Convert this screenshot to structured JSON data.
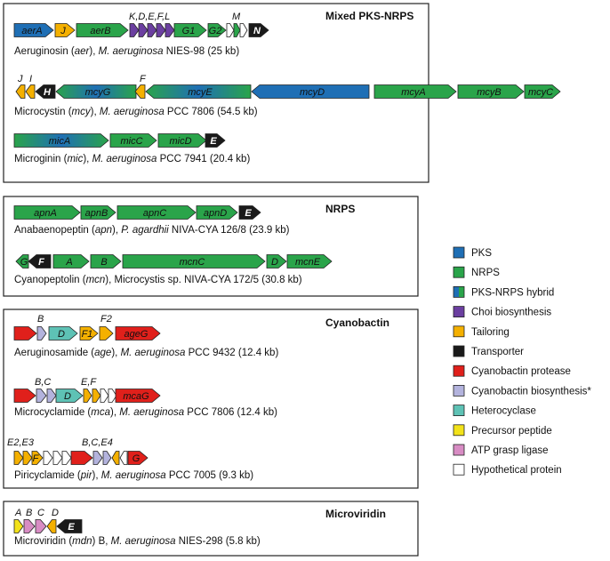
{
  "colors": {
    "pks": "#1f6fb5",
    "nrps": "#2aa44a",
    "choi": "#6b3fa0",
    "tailoring": "#f4b000",
    "transporter": "#1a1a1a",
    "protease": "#e0201b",
    "cb_biosynth": "#b3b3dd",
    "heterocyclase": "#5ec2b5",
    "precursor": "#f2e21a",
    "atp": "#d88cc4",
    "hypothetical": "#ffffff"
  },
  "sections": [
    {
      "title": "Mixed PKS-NRPS"
    },
    {
      "title": "NRPS"
    },
    {
      "title": "Cyanobactin"
    },
    {
      "title": "Microviridin"
    }
  ],
  "clusters": [
    {
      "id": "aer",
      "caption": {
        "pre": "Aeruginosin (",
        "it1": "aer",
        "mid": "), ",
        "it2": "M. aeruginosa",
        "post": " NIES-98 (25 kb)"
      }
    },
    {
      "id": "mcy",
      "caption": {
        "pre": "Microcystin (",
        "it1": "mcy",
        "mid": "), ",
        "it2": "M. aeruginosa",
        "post": " PCC 7806 (54.5 kb)"
      }
    },
    {
      "id": "mic",
      "caption": {
        "pre": "Microginin (",
        "it1": "mic",
        "mid": "), ",
        "it2": "M. aeruginosa",
        "post": " PCC 7941 (20.4 kb)"
      }
    },
    {
      "id": "apn",
      "caption": {
        "pre": "Anabaenopeptin (",
        "it1": "apn",
        "mid": "), ",
        "it2": "P. agardhii",
        "post": " NIVA-CYA 126/8 (23.9 kb)"
      }
    },
    {
      "id": "mcn",
      "caption": {
        "pre": "Cyanopeptolin (",
        "it1": "mcn",
        "mid": "), Microcystis sp. NIVA-CYA 172/5 (30.8 kb)",
        "it2": "",
        "post": ""
      }
    },
    {
      "id": "age",
      "caption": {
        "pre": "Aeruginosamide (",
        "it1": "age",
        "mid": "), ",
        "it2": "M. aeruginosa",
        "post": " PCC 9432 (12.4 kb)"
      }
    },
    {
      "id": "mca",
      "caption": {
        "pre": "Microcyclamide (",
        "it1": "mca",
        "mid": "), ",
        "it2": "M. aeruginosa",
        "post": " PCC 7806 (12.4 kb)"
      }
    },
    {
      "id": "pir",
      "caption": {
        "pre": "Piricyclamide (",
        "it1": "pir",
        "mid": "), ",
        "it2": "M. aeruginosa",
        "post": " PCC 7005 (9.3 kb)"
      }
    },
    {
      "id": "mdn",
      "caption": {
        "pre": "Microviridin (",
        "it1": "mdn",
        "mid": ") B, ",
        "it2": "M. aeruginosa",
        "post": " NIES-298 (5.8 kb)"
      }
    }
  ],
  "genes": {
    "aer": [
      {
        "label": "aerA",
        "cat": "pks"
      },
      {
        "label": "J",
        "cat": "tailoring"
      },
      {
        "label": "aerB",
        "cat": "nrps"
      },
      {
        "label": "",
        "cat": "choi"
      },
      {
        "label": "",
        "cat": "choi"
      },
      {
        "label": "",
        "cat": "choi"
      },
      {
        "label": "",
        "cat": "choi"
      },
      {
        "label": "",
        "cat": "choi"
      },
      {
        "label": "G1",
        "cat": "nrps"
      },
      {
        "label": "G2",
        "cat": "nrps"
      },
      {
        "label": "",
        "cat": "hypothetical"
      },
      {
        "label": "",
        "cat": "nrps"
      },
      {
        "label": "",
        "cat": "hypothetical"
      },
      {
        "label": "N",
        "cat": "transporter"
      }
    ],
    "aer_above": [
      "K,D,E,F,L",
      "M"
    ],
    "mcy": [
      {
        "label": "",
        "cat": "tailoring"
      },
      {
        "label": "",
        "cat": "tailoring"
      },
      {
        "label": "H",
        "cat": "transporter"
      },
      {
        "label": "mcyG",
        "cat": "hybrid"
      },
      {
        "label": "",
        "cat": "tailoring"
      },
      {
        "label": "mcyE",
        "cat": "hybrid"
      },
      {
        "label": "mcyD",
        "cat": "pks"
      },
      {
        "label": "mcyA",
        "cat": "nrps"
      },
      {
        "label": "mcyB",
        "cat": "nrps"
      },
      {
        "label": "mcyC",
        "cat": "nrps"
      }
    ],
    "mcy_above": [
      "J",
      "I",
      "F"
    ],
    "mic": [
      {
        "label": "micA",
        "cat": "hybrid"
      },
      {
        "label": "micC",
        "cat": "nrps"
      },
      {
        "label": "micD",
        "cat": "nrps"
      },
      {
        "label": "E",
        "cat": "transporter"
      }
    ],
    "apn": [
      {
        "label": "apnA",
        "cat": "nrps"
      },
      {
        "label": "apnB",
        "cat": "nrps"
      },
      {
        "label": "apnC",
        "cat": "nrps"
      },
      {
        "label": "apnD",
        "cat": "nrps"
      },
      {
        "label": "E",
        "cat": "transporter"
      }
    ],
    "mcn": [
      {
        "label": "G",
        "cat": "nrps"
      },
      {
        "label": "F",
        "cat": "transporter"
      },
      {
        "label": "A",
        "cat": "nrps"
      },
      {
        "label": "B",
        "cat": "nrps"
      },
      {
        "label": "mcnC",
        "cat": "nrps"
      },
      {
        "label": "D",
        "cat": "nrps"
      },
      {
        "label": "mcnE",
        "cat": "nrps"
      }
    ],
    "age": [
      {
        "label": "",
        "cat": "protease"
      },
      {
        "label": "",
        "cat": "cb_biosynth"
      },
      {
        "label": "D",
        "cat": "heterocyclase"
      },
      {
        "label": "F1",
        "cat": "tailoring"
      },
      {
        "label": "",
        "cat": "tailoring"
      },
      {
        "label": "ageG",
        "cat": "protease"
      }
    ],
    "age_above": [
      "B",
      "F2"
    ],
    "mca": [
      {
        "label": "",
        "cat": "protease"
      },
      {
        "label": "",
        "cat": "cb_biosynth"
      },
      {
        "label": "",
        "cat": "cb_biosynth"
      },
      {
        "label": "D",
        "cat": "heterocyclase"
      },
      {
        "label": "",
        "cat": "tailoring"
      },
      {
        "label": "",
        "cat": "tailoring"
      },
      {
        "label": "",
        "cat": "hypothetical"
      },
      {
        "label": "",
        "cat": "hypothetical"
      },
      {
        "label": "mcaG",
        "cat": "protease"
      }
    ],
    "mca_above": [
      "B,C",
      "E,F"
    ],
    "pir": [
      {
        "label": "",
        "cat": "tailoring"
      },
      {
        "label": "",
        "cat": "tailoring"
      },
      {
        "label": "F",
        "cat": "tailoring"
      },
      {
        "label": "",
        "cat": "hypothetical"
      },
      {
        "label": "",
        "cat": "hypothetical"
      },
      {
        "label": "",
        "cat": "hypothetical"
      },
      {
        "label": "",
        "cat": "protease"
      },
      {
        "label": "",
        "cat": "cb_biosynth"
      },
      {
        "label": "",
        "cat": "cb_biosynth"
      },
      {
        "label": "",
        "cat": "tailoring"
      },
      {
        "label": "",
        "cat": "hypothetical"
      },
      {
        "label": "G",
        "cat": "protease"
      }
    ],
    "pir_above": [
      "E2,E3",
      "B,C,E4"
    ],
    "mdn": [
      {
        "label": "",
        "cat": "precursor"
      },
      {
        "label": "",
        "cat": "atp"
      },
      {
        "label": "",
        "cat": "atp"
      },
      {
        "label": "",
        "cat": "tailoring"
      },
      {
        "label": "E",
        "cat": "transporter"
      }
    ],
    "mdn_above": [
      "A",
      "B",
      "C",
      "D"
    ]
  },
  "legend": [
    {
      "label": "PKS",
      "cat": "pks"
    },
    {
      "label": "NRPS",
      "cat": "nrps"
    },
    {
      "label": "PKS-NRPS hybrid",
      "cat": "hybrid"
    },
    {
      "label": "Choi biosynthesis",
      "cat": "choi"
    },
    {
      "label": "Tailoring",
      "cat": "tailoring"
    },
    {
      "label": "Transporter",
      "cat": "transporter"
    },
    {
      "label": "Cyanobactin protease",
      "cat": "protease"
    },
    {
      "label": "Cyanobactin biosynthesis*",
      "cat": "cb_biosynth"
    },
    {
      "label": "Heterocyclase",
      "cat": "heterocyclase"
    },
    {
      "label": "Precursor peptide",
      "cat": "precursor"
    },
    {
      "label": "ATP grasp ligase",
      "cat": "atp"
    },
    {
      "label": "Hypothetical protein",
      "cat": "hypothetical"
    }
  ]
}
